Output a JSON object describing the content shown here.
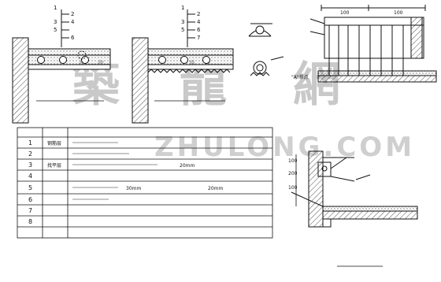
{
  "watermark": {
    "cn": [
      "築",
      "龍",
      "網"
    ],
    "en": "ZHULONG.COM"
  },
  "left_detail": {
    "callouts": [
      "1",
      "2",
      "3",
      "4",
      "5",
      "6"
    ]
  },
  "middle_detail": {
    "callouts": [
      "1",
      "2",
      "3",
      "4",
      "5",
      "6",
      "7"
    ]
  },
  "node_a_label": "\"A\"",
  "node_a_title": "\"A\"节点",
  "table": {
    "rows": [
      {
        "no": "1",
        "name": "钢筋层",
        "desc": ""
      },
      {
        "no": "2",
        "name": "",
        "desc": ""
      },
      {
        "no": "3",
        "name": "找平层",
        "desc": "",
        "extra": "20mm"
      },
      {
        "no": "4",
        "name": "",
        "desc": ""
      },
      {
        "no": "5",
        "name": "",
        "desc": "",
        "extra1": "30mm",
        "extra2": "20mm"
      },
      {
        "no": "6",
        "name": "",
        "desc": ""
      },
      {
        "no": "7",
        "name": "",
        "desc": ""
      },
      {
        "no": "8",
        "name": "",
        "desc": ""
      }
    ]
  },
  "dims_top": [
    "100",
    "100"
  ],
  "dims_side": [
    "100",
    "200",
    "100"
  ]
}
